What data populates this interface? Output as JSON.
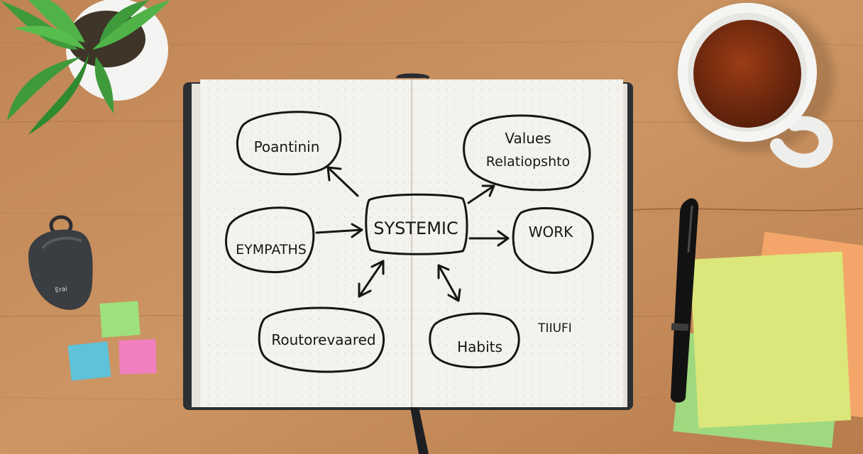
{
  "notebook": {
    "center_label": "SYSTEMIC",
    "nodes": {
      "top_left": "Poantinin",
      "left": "EYMPATHS",
      "bottom_left": "Routorevaared",
      "top_right_line1": "Values",
      "top_right_line2": "Relatiopshto",
      "right": "WORK",
      "bottom_right": "Habits",
      "margin_note": "TIIUFI"
    }
  },
  "usb_key": {
    "label": "Erai"
  },
  "colors": {
    "wood": "#c8905d",
    "paper": "#f3f2ec",
    "ink": "#161616",
    "sticky_yellow": "#dbe77a",
    "sticky_orange": "#f4a66a",
    "sticky_green": "#9fd97f",
    "cube_green": "#9ee07b",
    "cube_blue": "#5fc2d9",
    "cube_pink": "#f17fc0",
    "tea": "#7a2b10"
  }
}
